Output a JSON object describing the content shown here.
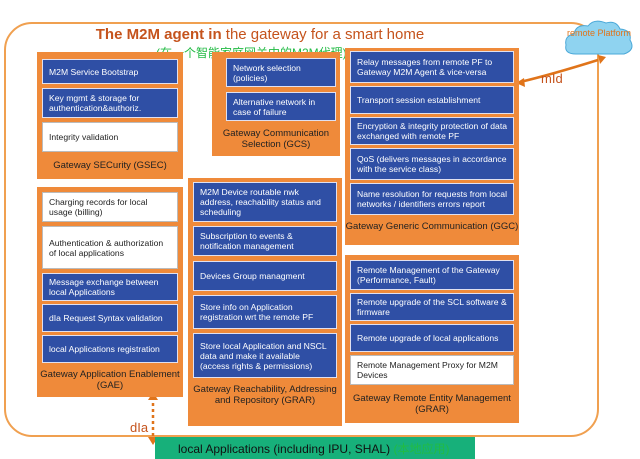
{
  "title": {
    "bold": "The M2M agent in",
    "rest": " the gateway for a smart home"
  },
  "subtitle": "(在一个智能家庭网关中的M2M代理)",
  "remote_platform": "remote Platform",
  "mid_label": "mId",
  "dla_label": "dIa",
  "local_apps": {
    "text": "local Applications (including IPU, SHAL)",
    "cn": " (本地应用)"
  },
  "gsec": {
    "caption": "Gateway SECurity (GSEC)",
    "items": [
      "M2M Service Bootstrap",
      "Key mgmt & storage for authentication&authoriz.",
      "Integrity validation"
    ]
  },
  "gcs": {
    "caption": "Gateway Communication Selection (GCS)",
    "items": [
      "Network selection (policies)",
      "Alternative network in case of failure"
    ]
  },
  "ggc": {
    "caption": "Gateway Generic Communication (GGC)",
    "items": [
      "Relay messages from remote PF to Gateway M2M Agent & vice-versa",
      "Transport session establishment",
      "Encryption & integrity protection of data exchanged with remote PF",
      "QoS (delivers messages in accordance with the service class)",
      "Name resolution for requests from local networks / identifiers errors report"
    ]
  },
  "gae": {
    "caption": "Gateway Application Enablement (GAE)",
    "items": [
      "Charging records for local usage (billing)",
      "Authentication & authorization of local applications",
      "Message exchange between local Applications",
      "dIa Request Syntax validation",
      "local Applications registration"
    ]
  },
  "grar_mid": {
    "caption": "Gateway Reachability, Addressing and Repository (GRAR)",
    "items": [
      "M2M Device routable nwk address, reachability status and scheduling",
      "Subscription to events & notification management",
      "Devices Group managment",
      "Store info on Application registration wrt the remote PF",
      "Store local Application and NSCL data and make it available (access rights & permissions)"
    ]
  },
  "grem": {
    "caption": "Gateway Remote Entity Management (GRAR)",
    "items": [
      "Remote Management of the Gateway (Performance, Fault)",
      "Remote upgrade of the SCL software & firmware",
      "Remote upgrade of local applications",
      "Remote Management Proxy for M2M Devices"
    ]
  },
  "colors": {
    "group": "#ef8a3a",
    "blue": "#2f4fa5",
    "accent": "#c5531c",
    "local": "#17b07a"
  }
}
